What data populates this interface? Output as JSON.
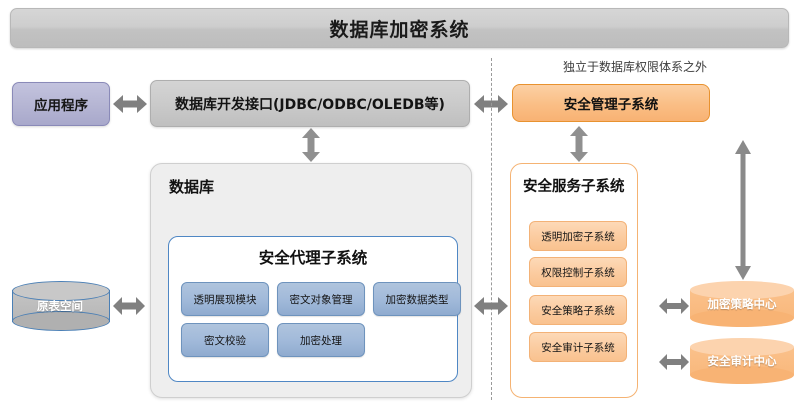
{
  "diagram": {
    "title": "数据库加密系统",
    "note": "独立于数据库权限体系之外",
    "left_column": {
      "application_box": "应用程序",
      "api_box": "数据库开发接口(JDBC/ODBC/OLEDB等)",
      "source_cylinder": "原表空间",
      "database_container": {
        "title": "数据库",
        "agent_subsystem": {
          "title": "安全代理子系统",
          "modules": [
            "透明展现模块",
            "密文对象管理",
            "加密数据类型",
            "密文校验",
            "加密处理"
          ]
        }
      }
    },
    "right_column": {
      "management_box": "安全管理子系统",
      "service_container": {
        "title": "安全服务子系统",
        "items": [
          "透明加密子系统",
          "权限控制子系统",
          "安全策略子系统",
          "安全审计子系统"
        ]
      },
      "centers": [
        "加密策略中心",
        "安全审计中心"
      ]
    },
    "colors": {
      "title_bar": "#c8c8c8",
      "application": "#b6b6d4",
      "api": "#cbcbcb",
      "orange_accent": "#f9bd84",
      "orange_border": "#e8922f",
      "blue_module": "#a2bada",
      "blue_border": "#4f87c4",
      "arrow_gray": "#808080",
      "divider": "#9a9a9a",
      "db_container": "#eeeeee"
    }
  }
}
